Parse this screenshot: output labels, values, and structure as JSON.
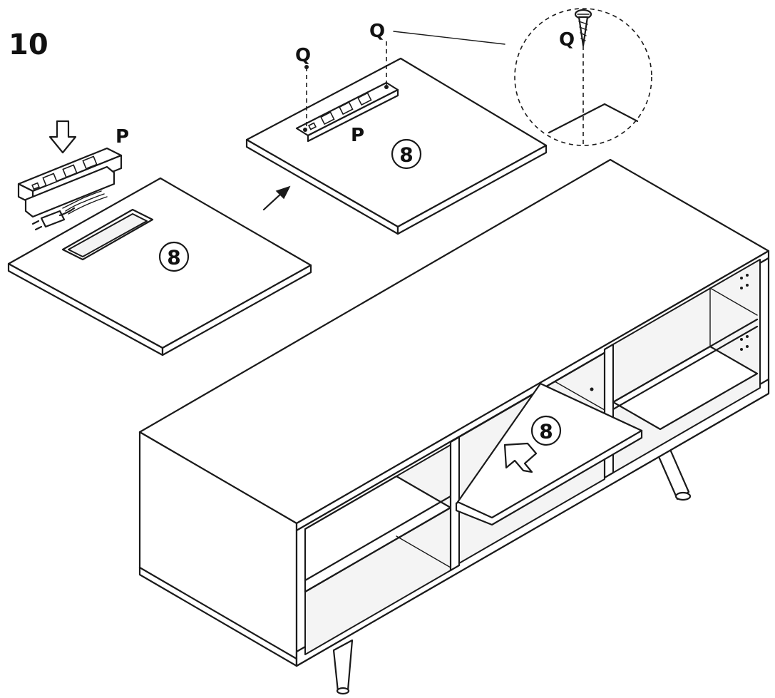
{
  "step_number": "10",
  "parts": {
    "power_strip": "P",
    "screw": "Q",
    "panel": "8"
  }
}
